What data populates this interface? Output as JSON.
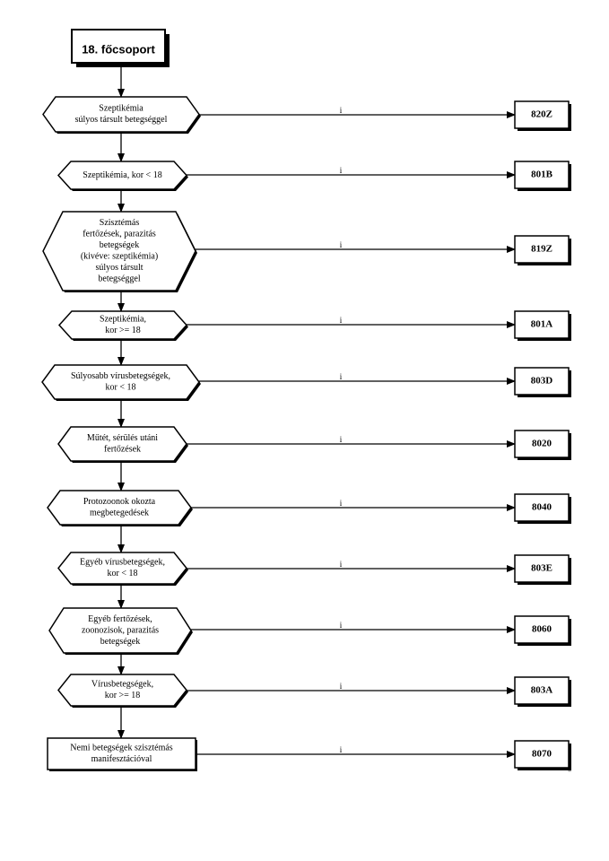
{
  "start_label": "18. főcsoport",
  "yes_label": "i",
  "corner_mark": "\"",
  "steps": [
    {
      "lines": [
        "Szeptikémia",
        "súlyos társult betegséggel"
      ],
      "code": "820Z"
    },
    {
      "lines": [
        "Szeptikémia, kor < 18"
      ],
      "code": "801B"
    },
    {
      "lines": [
        "Szisztémás",
        "fertőzések, parazitás",
        "betegségek",
        "(kivéve: szeptikémia)",
        "súlyos társult",
        "betegséggel"
      ],
      "code": "819Z"
    },
    {
      "lines": [
        "Szeptikémia,",
        "kor >= 18"
      ],
      "code": "801A"
    },
    {
      "lines": [
        "Súlyosabb vírusbetegségek,",
        "kor < 18"
      ],
      "code": "803D"
    },
    {
      "lines": [
        "Műtét, sérülés utáni",
        "fertőzések"
      ],
      "code": "8020"
    },
    {
      "lines": [
        "Protozoonok okozta",
        "megbetegedések"
      ],
      "code": "8040"
    },
    {
      "lines": [
        "Egyéb vírusbetegségek,",
        "kor < 18"
      ],
      "code": "803E"
    },
    {
      "lines": [
        "Egyéb fertőzések,",
        "zoonozisok, parazitás",
        "betegségek"
      ],
      "code": "8060"
    },
    {
      "lines": [
        "Vírusbetegségek,",
        "kor >= 18"
      ],
      "code": "803A"
    },
    {
      "lines": [
        "Nemi betegségek szisztémás",
        "manifesztációval"
      ],
      "code": "8070"
    }
  ]
}
